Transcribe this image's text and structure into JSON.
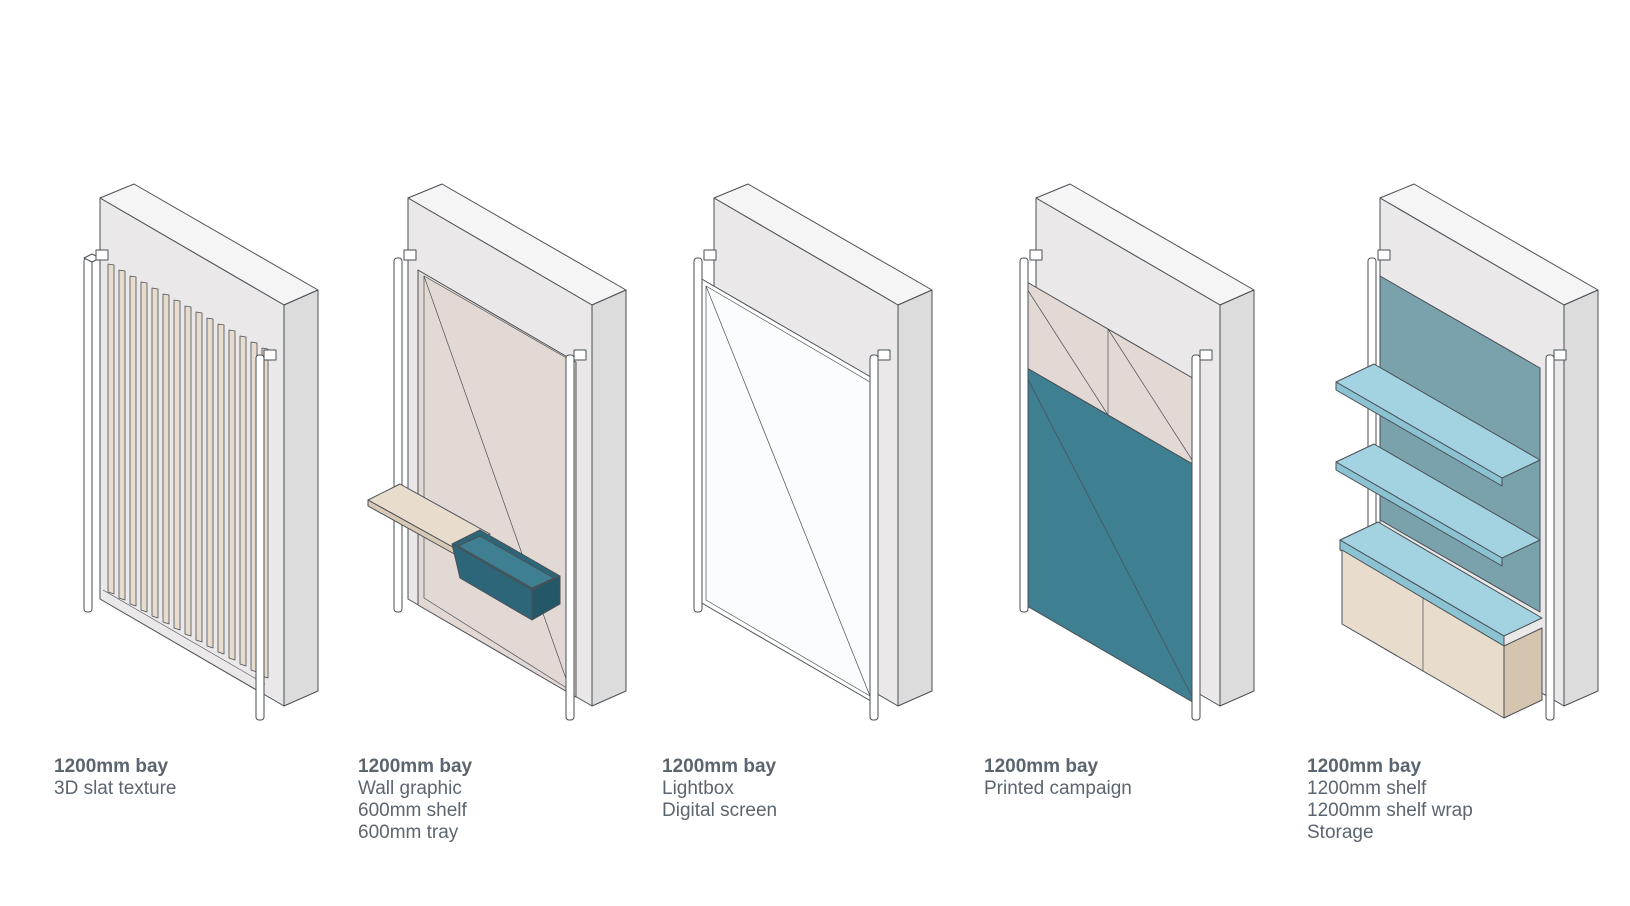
{
  "colors": {
    "wall_front": "#ebe8ea",
    "wall_top": "#f6f5f6",
    "wall_side": "#dcdcdc",
    "frame": "#ffffff",
    "stroke": "#4a4f55",
    "oak": "#e8dccd",
    "graphic_beige": "#e2d9d5",
    "teal_dark": "#3e7f91",
    "tray_dark": "#2d6678",
    "blue_grey": "#7aa2ad",
    "light_blue": "#a3d3e0",
    "caption_text": "#5b6570"
  },
  "bays": [
    {
      "id": "slat",
      "title": "1200mm bay",
      "lines": [
        "3D slat texture"
      ]
    },
    {
      "id": "graphic",
      "title": "1200mm bay",
      "lines": [
        "Wall graphic",
        "600mm shelf",
        "600mm tray"
      ]
    },
    {
      "id": "lightbox",
      "title": "1200mm bay",
      "lines": [
        "Lightbox",
        "Digital screen"
      ]
    },
    {
      "id": "campaign",
      "title": "1200mm bay",
      "lines": [
        "Printed campaign"
      ]
    },
    {
      "id": "storage",
      "title": "1200mm bay",
      "lines": [
        "1200mm shelf",
        "1200mm shelf wrap",
        "Storage"
      ]
    }
  ]
}
